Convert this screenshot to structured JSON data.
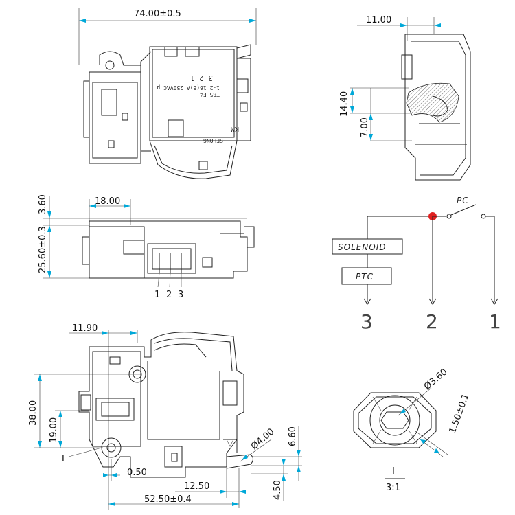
{
  "dimensions": {
    "width_top": "74.00±0.5",
    "side_11": "11.00",
    "side_1440": "14.40",
    "side_700": "7.00",
    "front_1800": "18.00",
    "front_360": "3.60",
    "front_2560": "25.60±0.3",
    "bottom_1190": "11.90",
    "bottom_3800": "38.00",
    "bottom_1900": "19.00",
    "bottom_050": "0.50",
    "bottom_1250": "12.50",
    "bottom_5250": "52.50±0.4",
    "bottom_400": "Ø4.00",
    "bottom_660": "6.60",
    "bottom_450": "4.50",
    "detail_360": "Ø3.60",
    "detail_150": "1.50±0.1"
  },
  "labels": {
    "connector_pins": [
      "1",
      "2",
      "3"
    ],
    "detail_marker": "I",
    "detail_title": "I",
    "detail_scale": "3:1",
    "chip_text_1": "T85  E4",
    "chip_text_2": "1-2  16(6)A  250VAC  μ",
    "chip_text_3": "3  2  1",
    "chip_brand": "SELONG",
    "chip_km": "KM"
  },
  "schematic": {
    "switch_label": "PC",
    "solenoid_label": "SOLENOID",
    "ptc_label": "PTC",
    "terminals": [
      "3",
      "2",
      "1"
    ],
    "node_color": "#e02020"
  },
  "colors": {
    "dimension_arrow": "#00a8d8",
    "line": "#222222"
  }
}
